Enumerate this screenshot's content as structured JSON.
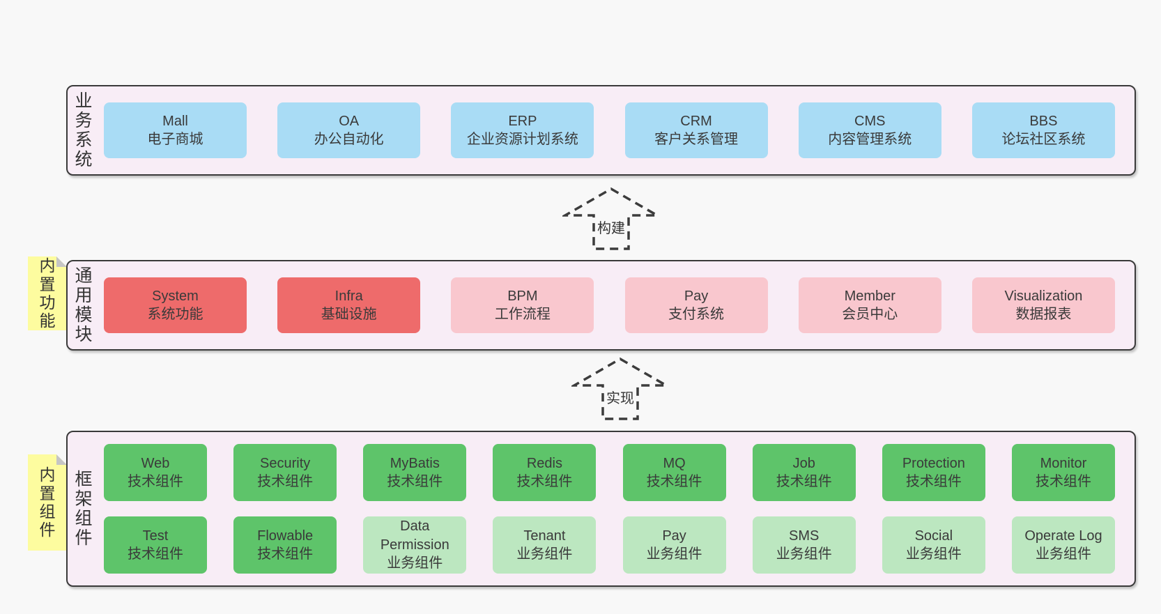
{
  "colors": {
    "page_bg": "#f8f8f8",
    "band_bg": "#f8edf6",
    "band_border": "#3a3a3a",
    "blue": "#a9dcf5",
    "red": "#ee6b6b",
    "pink": "#f9c7ce",
    "green": "#5ec46a",
    "light_green": "#bce7c0",
    "sticky_yellow": "#fdfc9f",
    "fold_gray": "#c5c5c5",
    "text": "#3a3a3a"
  },
  "stickies": [
    {
      "text": "内置功能"
    },
    {
      "text": "内置组件"
    }
  ],
  "arrows": [
    {
      "label": "构建"
    },
    {
      "label": "实现"
    }
  ],
  "bands": [
    {
      "label": "业务系统",
      "boxes": [
        {
          "name": "Mall",
          "desc": "电子商城",
          "type": "business-system"
        },
        {
          "name": "OA",
          "desc": "办公自动化",
          "type": "business-system"
        },
        {
          "name": "ERP",
          "desc": "企业资源计划系统",
          "type": "business-system"
        },
        {
          "name": "CRM",
          "desc": "客户关系管理",
          "type": "business-system"
        },
        {
          "name": "CMS",
          "desc": "内容管理系统",
          "type": "business-system"
        },
        {
          "name": "BBS",
          "desc": "论坛社区系统",
          "type": "business-system"
        }
      ]
    },
    {
      "label": "通用模块",
      "boxes": [
        {
          "name": "System",
          "desc": "系统功能",
          "type": "core-module"
        },
        {
          "name": "Infra",
          "desc": "基础设施",
          "type": "core-module"
        },
        {
          "name": "BPM",
          "desc": "工作流程",
          "type": "optional-module"
        },
        {
          "name": "Pay",
          "desc": "支付系统",
          "type": "optional-module"
        },
        {
          "name": "Member",
          "desc": "会员中心",
          "type": "optional-module"
        },
        {
          "name": "Visualization",
          "desc": "数据报表",
          "type": "optional-module"
        }
      ]
    },
    {
      "label": "框架组件",
      "rows": [
        {
          "boxes": [
            {
              "name": "Web",
              "desc": "技术组件",
              "type": "tech-component"
            },
            {
              "name": "Security",
              "desc": "技术组件",
              "type": "tech-component"
            },
            {
              "name": "MyBatis",
              "desc": "技术组件",
              "type": "tech-component"
            },
            {
              "name": "Redis",
              "desc": "技术组件",
              "type": "tech-component"
            },
            {
              "name": "MQ",
              "desc": "技术组件",
              "type": "tech-component"
            },
            {
              "name": "Job",
              "desc": "技术组件",
              "type": "tech-component"
            },
            {
              "name": "Protection",
              "desc": "技术组件",
              "type": "tech-component"
            },
            {
              "name": "Monitor",
              "desc": "技术组件",
              "type": "tech-component"
            }
          ]
        },
        {
          "boxes": [
            {
              "name": "Test",
              "desc": "技术组件",
              "type": "tech-component"
            },
            {
              "name": "Flowable",
              "desc": "技术组件",
              "type": "tech-component"
            },
            {
              "name": "Data Permission",
              "desc": "业务组件",
              "type": "biz-component"
            },
            {
              "name": "Tenant",
              "desc": "业务组件",
              "type": "biz-component"
            },
            {
              "name": "Pay",
              "desc": "业务组件",
              "type": "biz-component"
            },
            {
              "name": "SMS",
              "desc": "业务组件",
              "type": "biz-component"
            },
            {
              "name": "Social",
              "desc": "业务组件",
              "type": "biz-component"
            },
            {
              "name": "Operate Log",
              "desc": "业务组件",
              "type": "biz-component"
            }
          ]
        }
      ]
    }
  ]
}
